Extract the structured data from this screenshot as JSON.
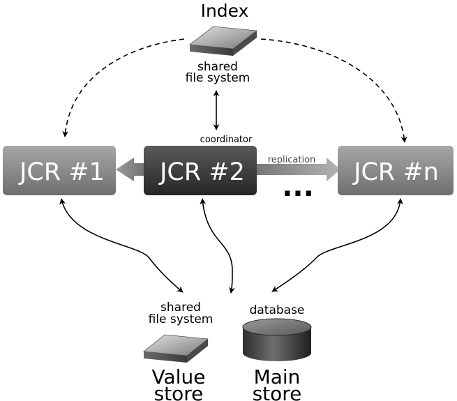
{
  "index": {
    "title": "Index",
    "storage_line1": "shared",
    "storage_line2": "file system"
  },
  "nodes": {
    "jcr1": "JCR #1",
    "jcr2": "JCR #2",
    "jcrn": "JCR #n"
  },
  "coordinator_label": "coordinator",
  "replication_label": "replication",
  "ellipsis": "...",
  "value_store": {
    "storage_line1": "shared",
    "storage_line2": "file system",
    "title_line1": "Value",
    "title_line2": "store"
  },
  "main_store": {
    "type_label": "database",
    "title_line1": "Main",
    "title_line2": "store"
  }
}
